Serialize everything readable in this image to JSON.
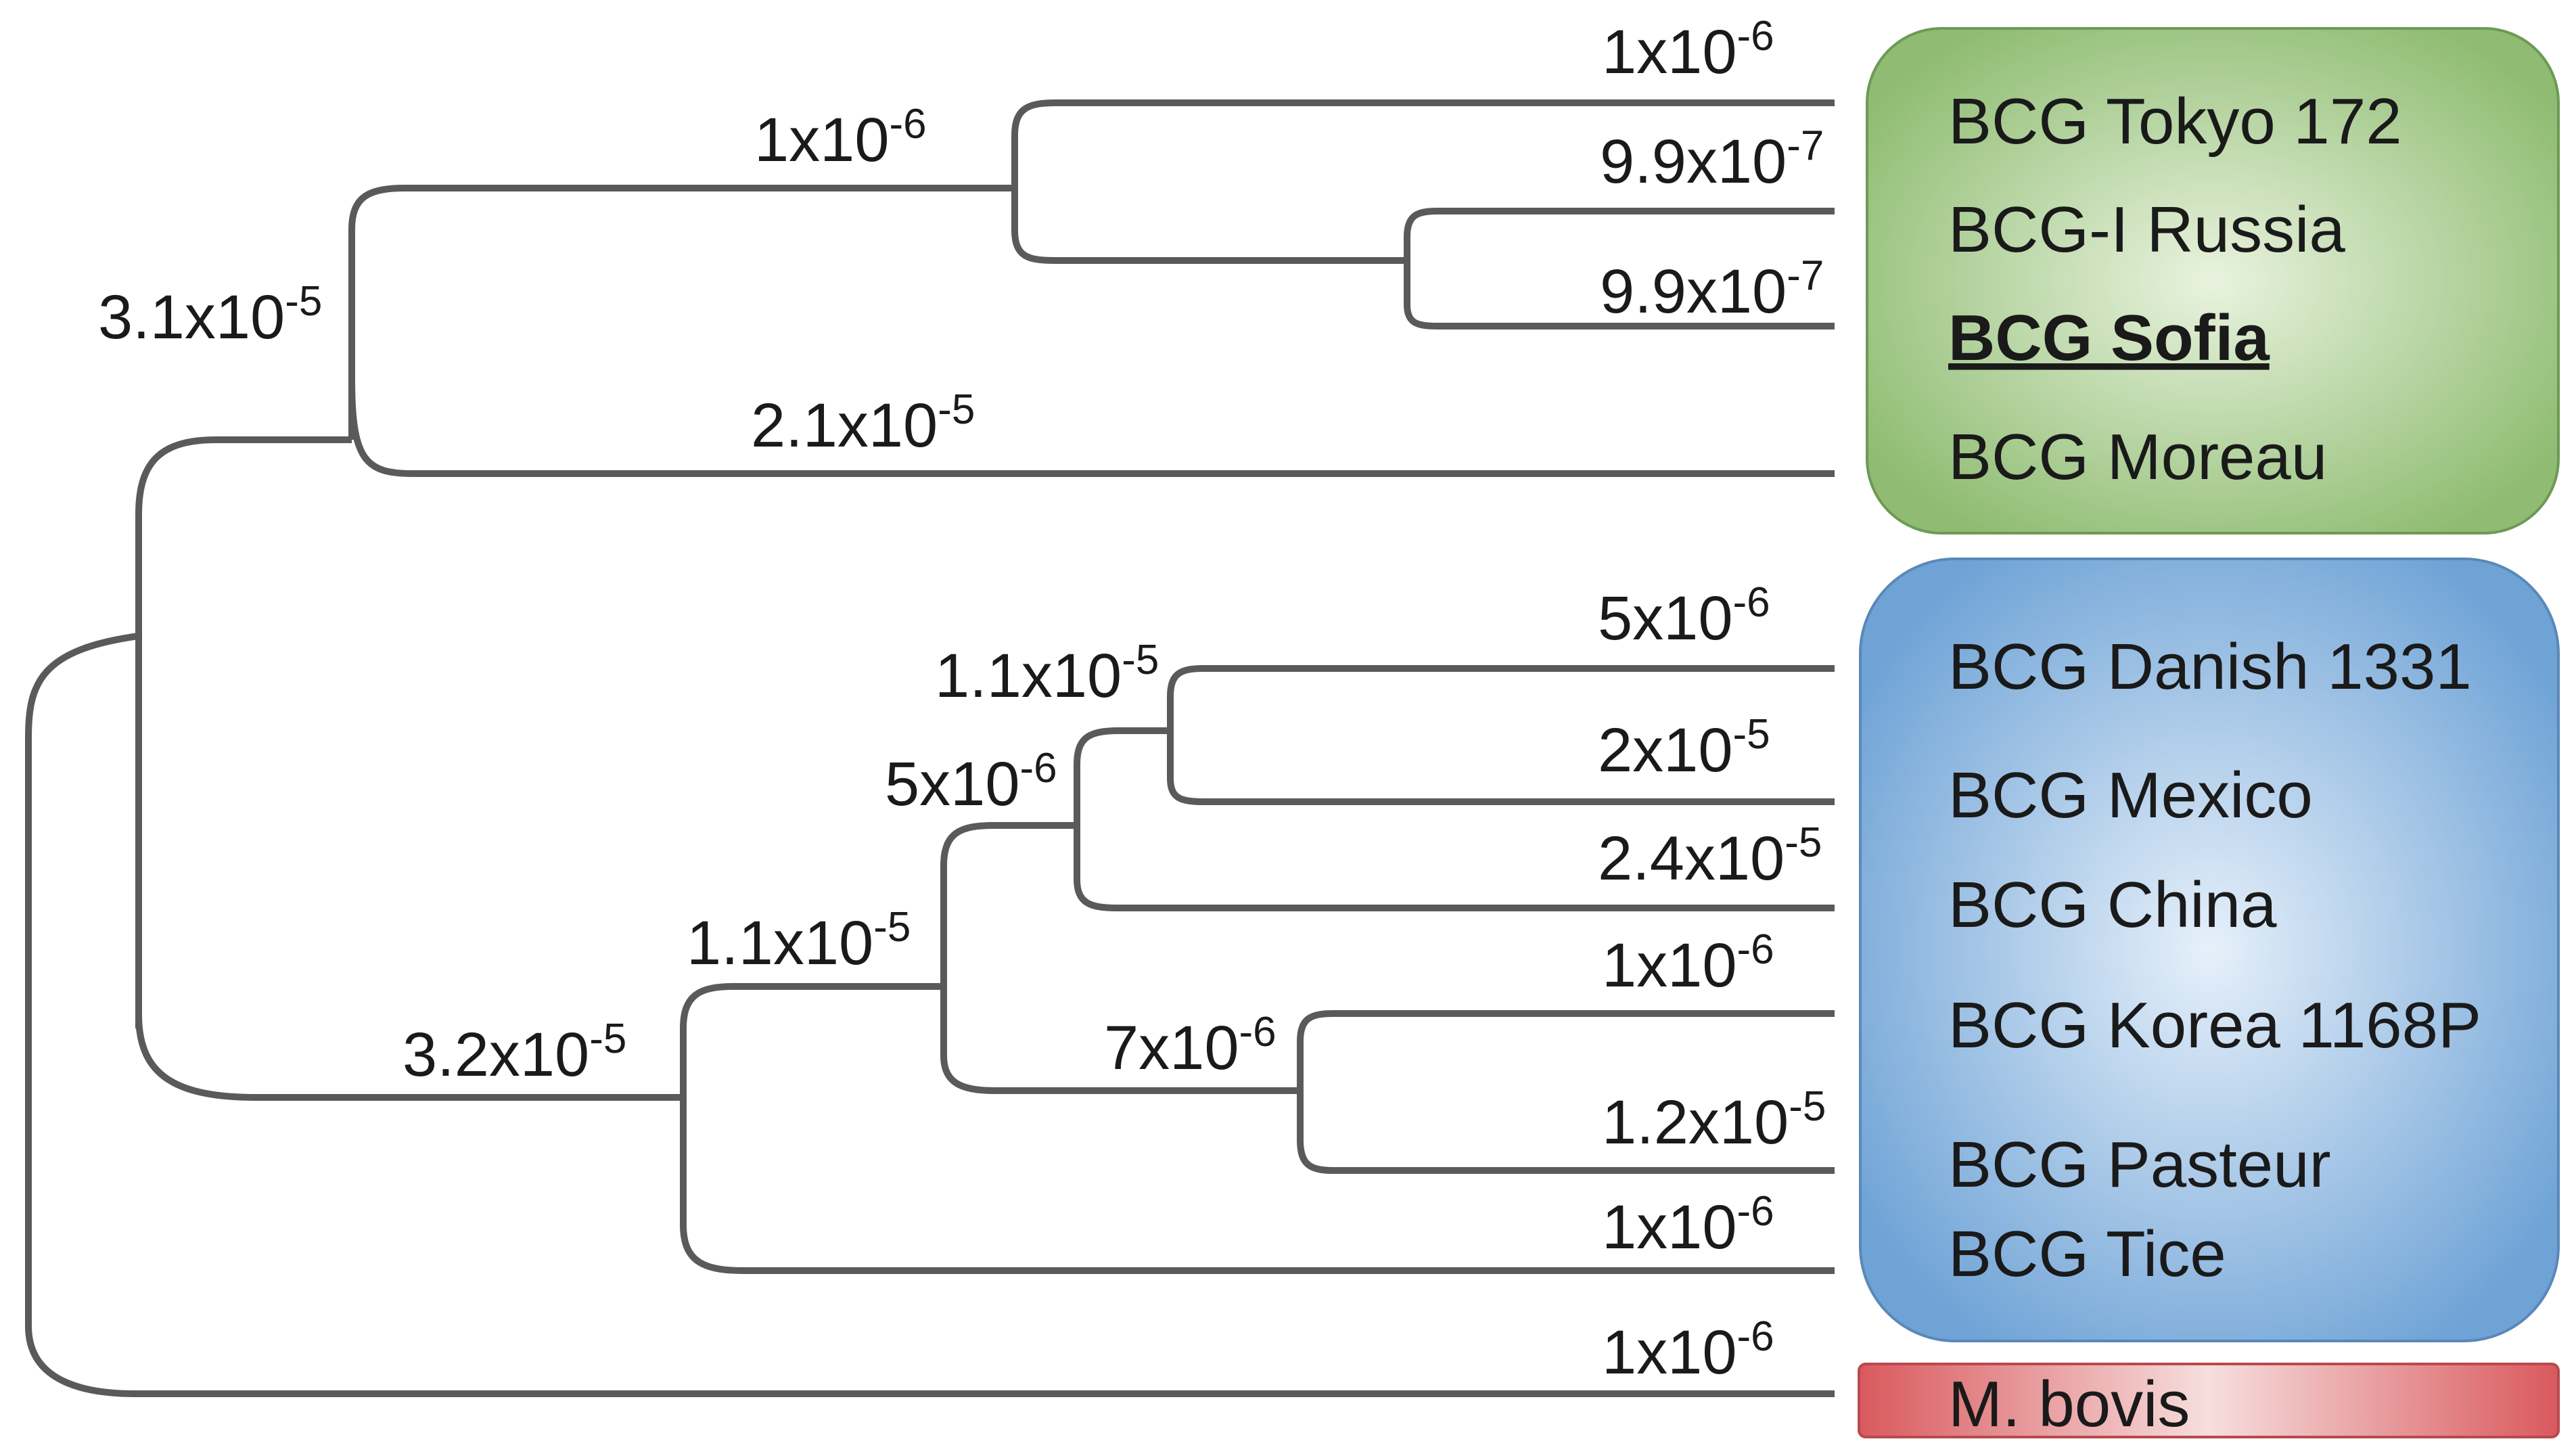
{
  "groups": {
    "green": {
      "color_center": "#e9f3df",
      "color_edge": "#8fbc72",
      "border": "#6d9a55"
    },
    "blue": {
      "color_center": "#e6f0fa",
      "color_edge": "#6fa3d6",
      "border": "#5a88b8"
    },
    "red": {
      "color_center": "#f7dede",
      "color_edge": "#d9595d",
      "border": "#b84a4e"
    }
  },
  "leaves": {
    "tokyo": "BCG Tokyo 172",
    "russia": "BCG-I Russia",
    "sofia": "BCG Sofia",
    "moreau": "BCG Moreau",
    "danish": "BCG Danish 1331",
    "mexico": "BCG Mexico",
    "china": "BCG China",
    "korea": "BCG Korea 1168P",
    "pasteur": "BCG Pasteur",
    "tice": "BCG Tice",
    "bovis": "M. bovis"
  },
  "branch_lengths": {
    "tokyo": {
      "mantissa": "1x10",
      "exponent": "-6"
    },
    "russia": {
      "mantissa": "9.9x10",
      "exponent": "-7"
    },
    "sofia": {
      "mantissa": "9.9x10",
      "exponent": "-7"
    },
    "tokyo_clade": {
      "mantissa": "1x10",
      "exponent": "-6"
    },
    "moreau": {
      "mantissa": "2.1x10",
      "exponent": "-5"
    },
    "green_clade": {
      "mantissa": "3.1x10",
      "exponent": "-5"
    },
    "danish": {
      "mantissa": "5x10",
      "exponent": "-6"
    },
    "mexico": {
      "mantissa": "2x10",
      "exponent": "-5"
    },
    "danish_mexico": {
      "mantissa": "1.1x10",
      "exponent": "-5"
    },
    "china": {
      "mantissa": "2.4x10",
      "exponent": "-5"
    },
    "dmc_clade": {
      "mantissa": "5x10",
      "exponent": "-6"
    },
    "korea": {
      "mantissa": "1x10",
      "exponent": "-6"
    },
    "pasteur": {
      "mantissa": "1.2x10",
      "exponent": "-5"
    },
    "korea_pasteur": {
      "mantissa": "7x10",
      "exponent": "-6"
    },
    "inner_blue": {
      "mantissa": "1.1x10",
      "exponent": "-5"
    },
    "tice": {
      "mantissa": "1x10",
      "exponent": "-6"
    },
    "blue_clade": {
      "mantissa": "3.2x10",
      "exponent": "-5"
    },
    "bovis": {
      "mantissa": "1x10",
      "exponent": "-6"
    }
  }
}
